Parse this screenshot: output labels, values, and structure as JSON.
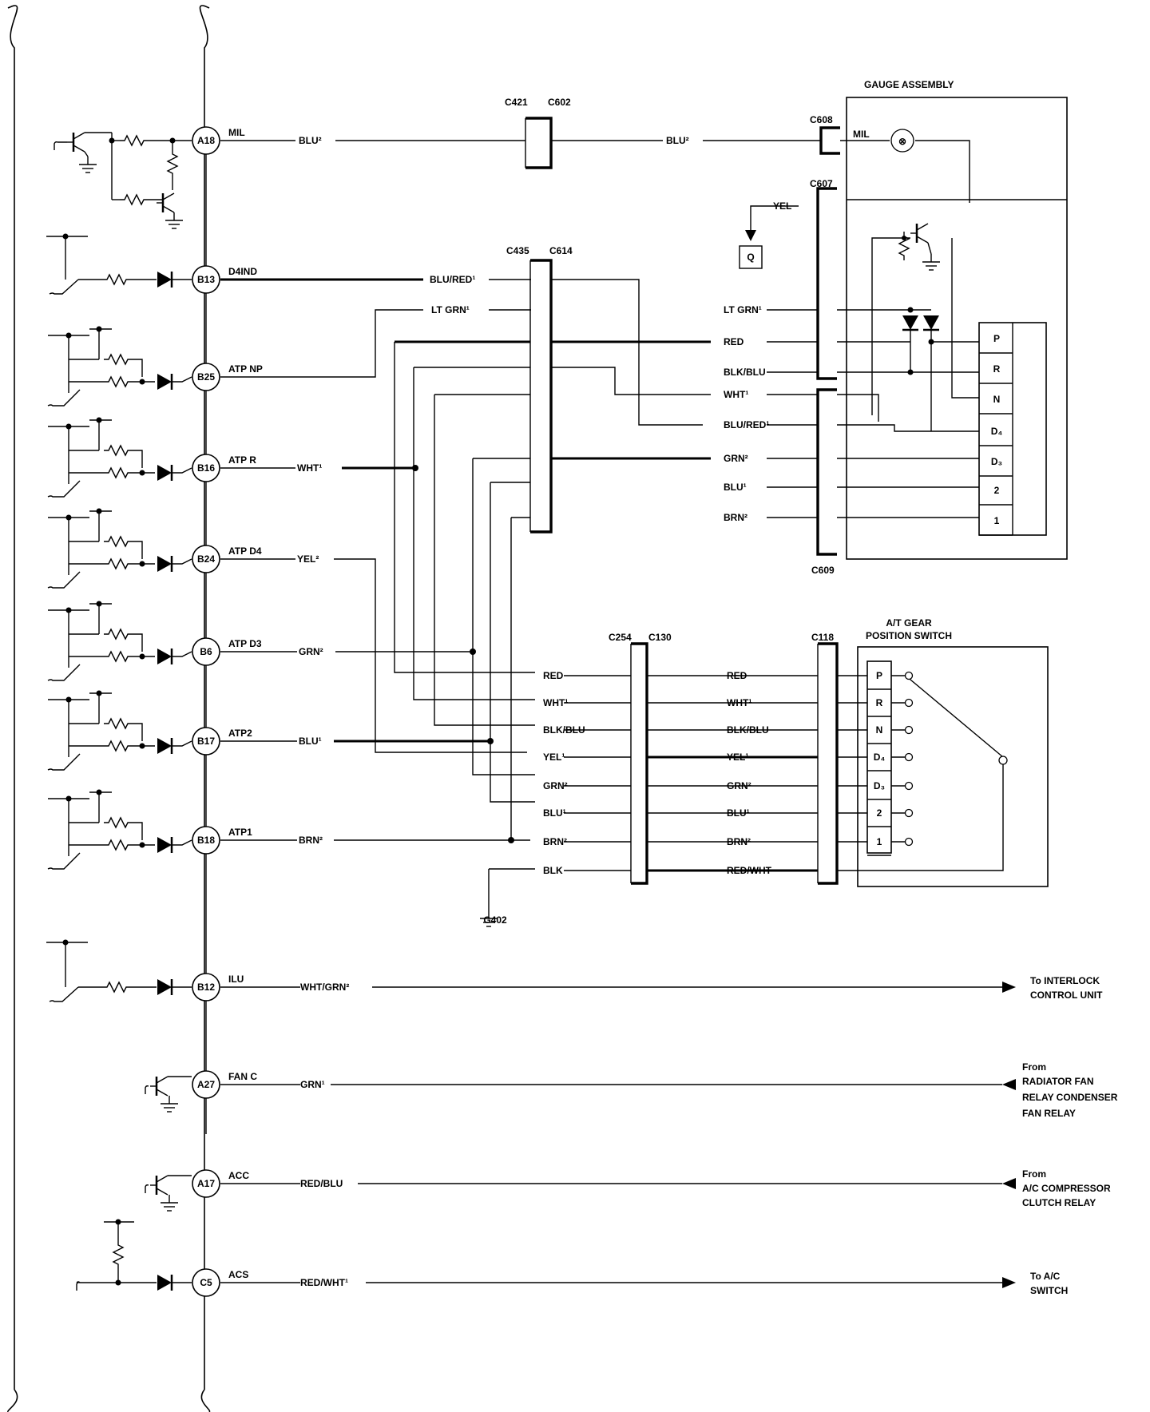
{
  "ecm_pins": [
    {
      "pin": "A18",
      "name": "MIL",
      "wire": "BLU²"
    },
    {
      "pin": "B13",
      "name": "D4IND",
      "wire": ""
    },
    {
      "pin": "B25",
      "name": "ATP NP",
      "wire": ""
    },
    {
      "pin": "B16",
      "name": "ATP R",
      "wire": "WHT¹"
    },
    {
      "pin": "B24",
      "name": "ATP D4",
      "wire": "YEL²"
    },
    {
      "pin": "B6",
      "name": "ATP D3",
      "wire": "GRN²"
    },
    {
      "pin": "B17",
      "name": "ATP2",
      "wire": "BLU¹"
    },
    {
      "pin": "B18",
      "name": "ATP1",
      "wire": "BRN²"
    },
    {
      "pin": "B12",
      "name": "ILU",
      "wire": "WHT/GRN²"
    },
    {
      "pin": "A27",
      "name": "FAN C",
      "wire": "GRN¹"
    },
    {
      "pin": "A17",
      "name": "ACC",
      "wire": "RED/BLU"
    },
    {
      "pin": "C5",
      "name": "ACS",
      "wire": "RED/WHT¹"
    }
  ],
  "connectors": {
    "c421": "C421",
    "c602": "C602",
    "c608": "C608",
    "c607": "C607",
    "c609": "C609",
    "c435": "C435",
    "c614": "C614",
    "c254": "C254",
    "c130": "C130",
    "c118": "C118"
  },
  "mil_wire_gauge": "BLU²",
  "yel_wire": "YEL",
  "q_box": "Q",
  "gauge_assembly": {
    "title": "GAUGE ASSEMBLY",
    "mil_label": "MIL",
    "lamp": "⊗",
    "terminals": [
      "P",
      "R",
      "N",
      "D₄",
      "D₃",
      "2",
      "1"
    ]
  },
  "c435_left_wires": [
    "BLU/RED¹",
    "LT GRN¹"
  ],
  "c614_right_wires": [
    "LT GRN¹",
    "RED",
    "BLK/BLU",
    "WHT¹",
    "BLU/RED¹",
    "GRN²",
    "BLU¹",
    "BRN²"
  ],
  "c254_left_wires": [
    "RED",
    "WHT¹",
    "BLK/BLU",
    "YEL¹",
    "GRN²",
    "BLU¹",
    "BRN²",
    "BLK"
  ],
  "c130_right_wires": [
    "RED",
    "WHT¹",
    "BLK/BLU",
    "YEL¹",
    "GRN²",
    "BLU¹",
    "BRN²",
    "RED/WHT"
  ],
  "ground": "G402",
  "gear_switch": {
    "title_line1": "A/T GEAR",
    "title_line2": "POSITION SWITCH",
    "terminals": [
      "P",
      "R",
      "N",
      "D₄",
      "D₃",
      "2",
      "1"
    ]
  },
  "destinations": {
    "ilu_line1": "To INTERLOCK",
    "ilu_line2": "CONTROL UNIT",
    "fan_line1": "From",
    "fan_line2": "RADIATOR FAN",
    "fan_line3": "RELAY CONDENSER",
    "fan_line4": "FAN RELAY",
    "acc_line1": "From",
    "acc_line2": "A/C COMPRESSOR",
    "acc_line3": "CLUTCH RELAY",
    "acs_line1": "To A/C",
    "acs_line2": "SWITCH"
  }
}
